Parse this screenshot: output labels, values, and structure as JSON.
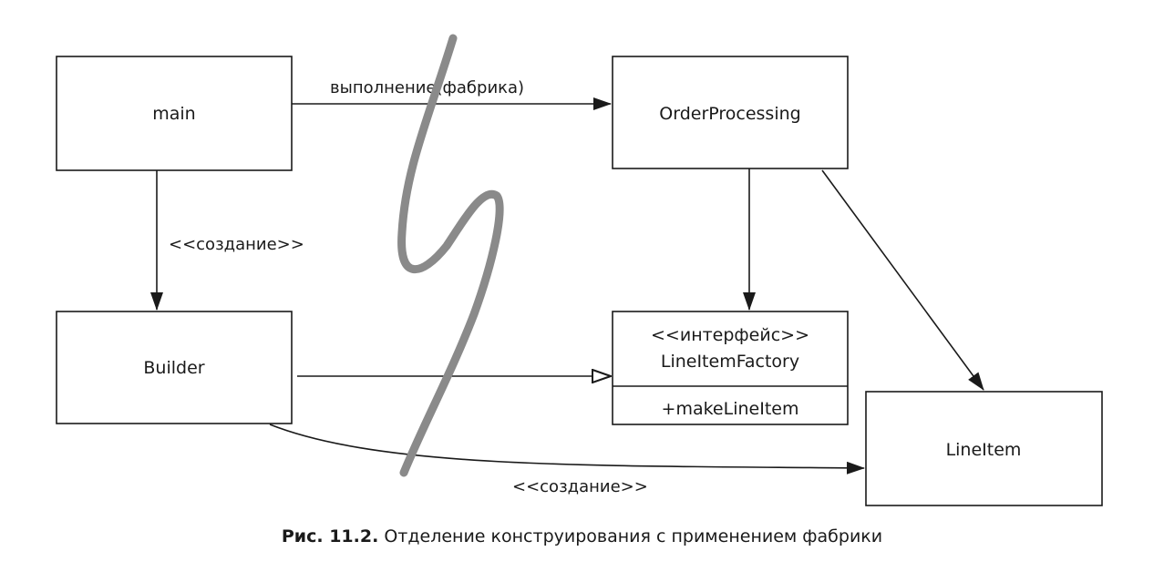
{
  "diagram": {
    "nodes": {
      "main": "main",
      "order_processing": "OrderProcessing",
      "builder": "Builder",
      "line_item_factory": {
        "stereotype": "<<интерфейс>>",
        "name": "LineItemFactory",
        "method": "+makeLineItem"
      },
      "line_item": "LineItem"
    },
    "edges": {
      "main_to_order_processing": "выполнение(фабрика)",
      "main_to_builder": "<<создание>>",
      "builder_to_line_item": "<<создание>>"
    }
  },
  "caption": {
    "label": "Рис. 11.2.",
    "text": " Отделение конструирования с применением фабрики"
  },
  "colors": {
    "stroke": "#1a1a1a",
    "divider": "#8a8a8a",
    "background": "#ffffff"
  }
}
